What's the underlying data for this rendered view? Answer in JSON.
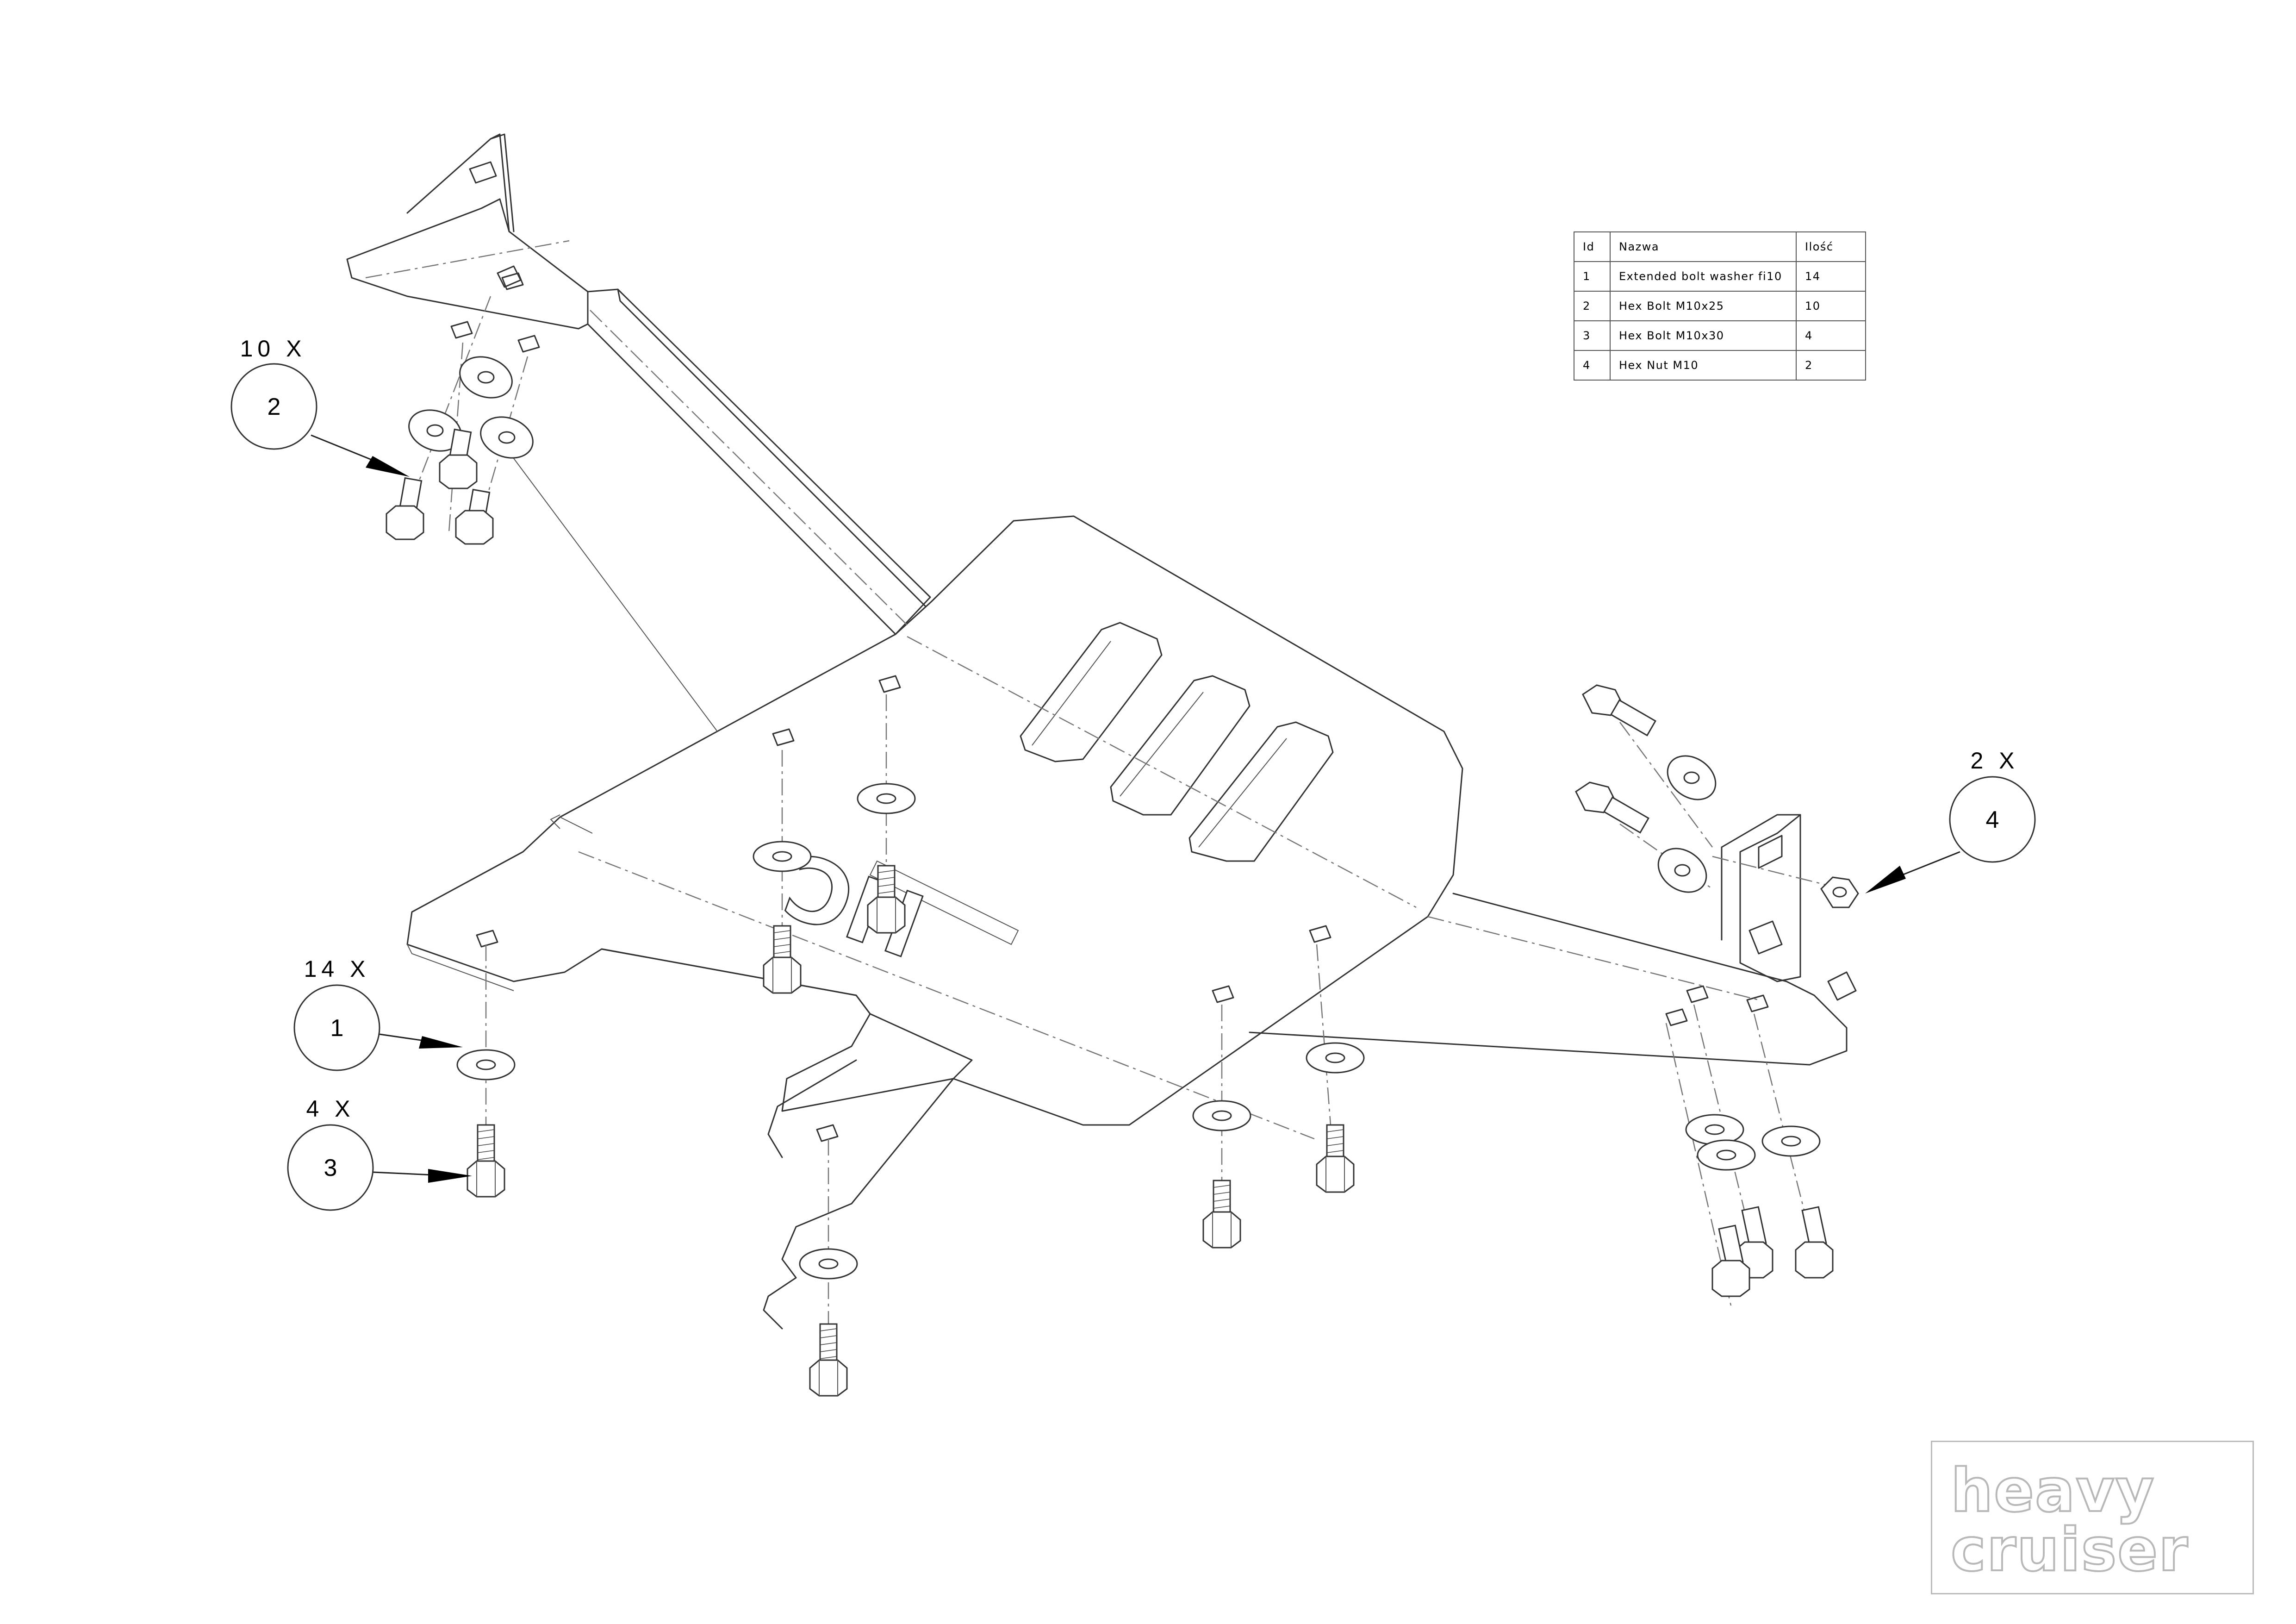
{
  "parts_table": {
    "headers": {
      "id": "Id",
      "name": "Nazwa",
      "qty": "Ilość"
    },
    "rows": [
      {
        "id": "1",
        "name": "Extended bolt washer fi10",
        "qty": "14"
      },
      {
        "id": "2",
        "name": "Hex Bolt M10x25",
        "qty": "10"
      },
      {
        "id": "3",
        "name": "Hex Bolt M10x30",
        "qty": "4"
      },
      {
        "id": "4",
        "name": "Hex Nut M10",
        "qty": "2"
      }
    ]
  },
  "callouts": [
    {
      "number": "1",
      "quantity": "14 X"
    },
    {
      "number": "2",
      "quantity": "10 X"
    },
    {
      "number": "3",
      "quantity": "4 X"
    },
    {
      "number": "4",
      "quantity": "2 X"
    }
  ],
  "plate_mark": "HC",
  "logo": {
    "line1": "heavy",
    "line2": "cruiser"
  }
}
